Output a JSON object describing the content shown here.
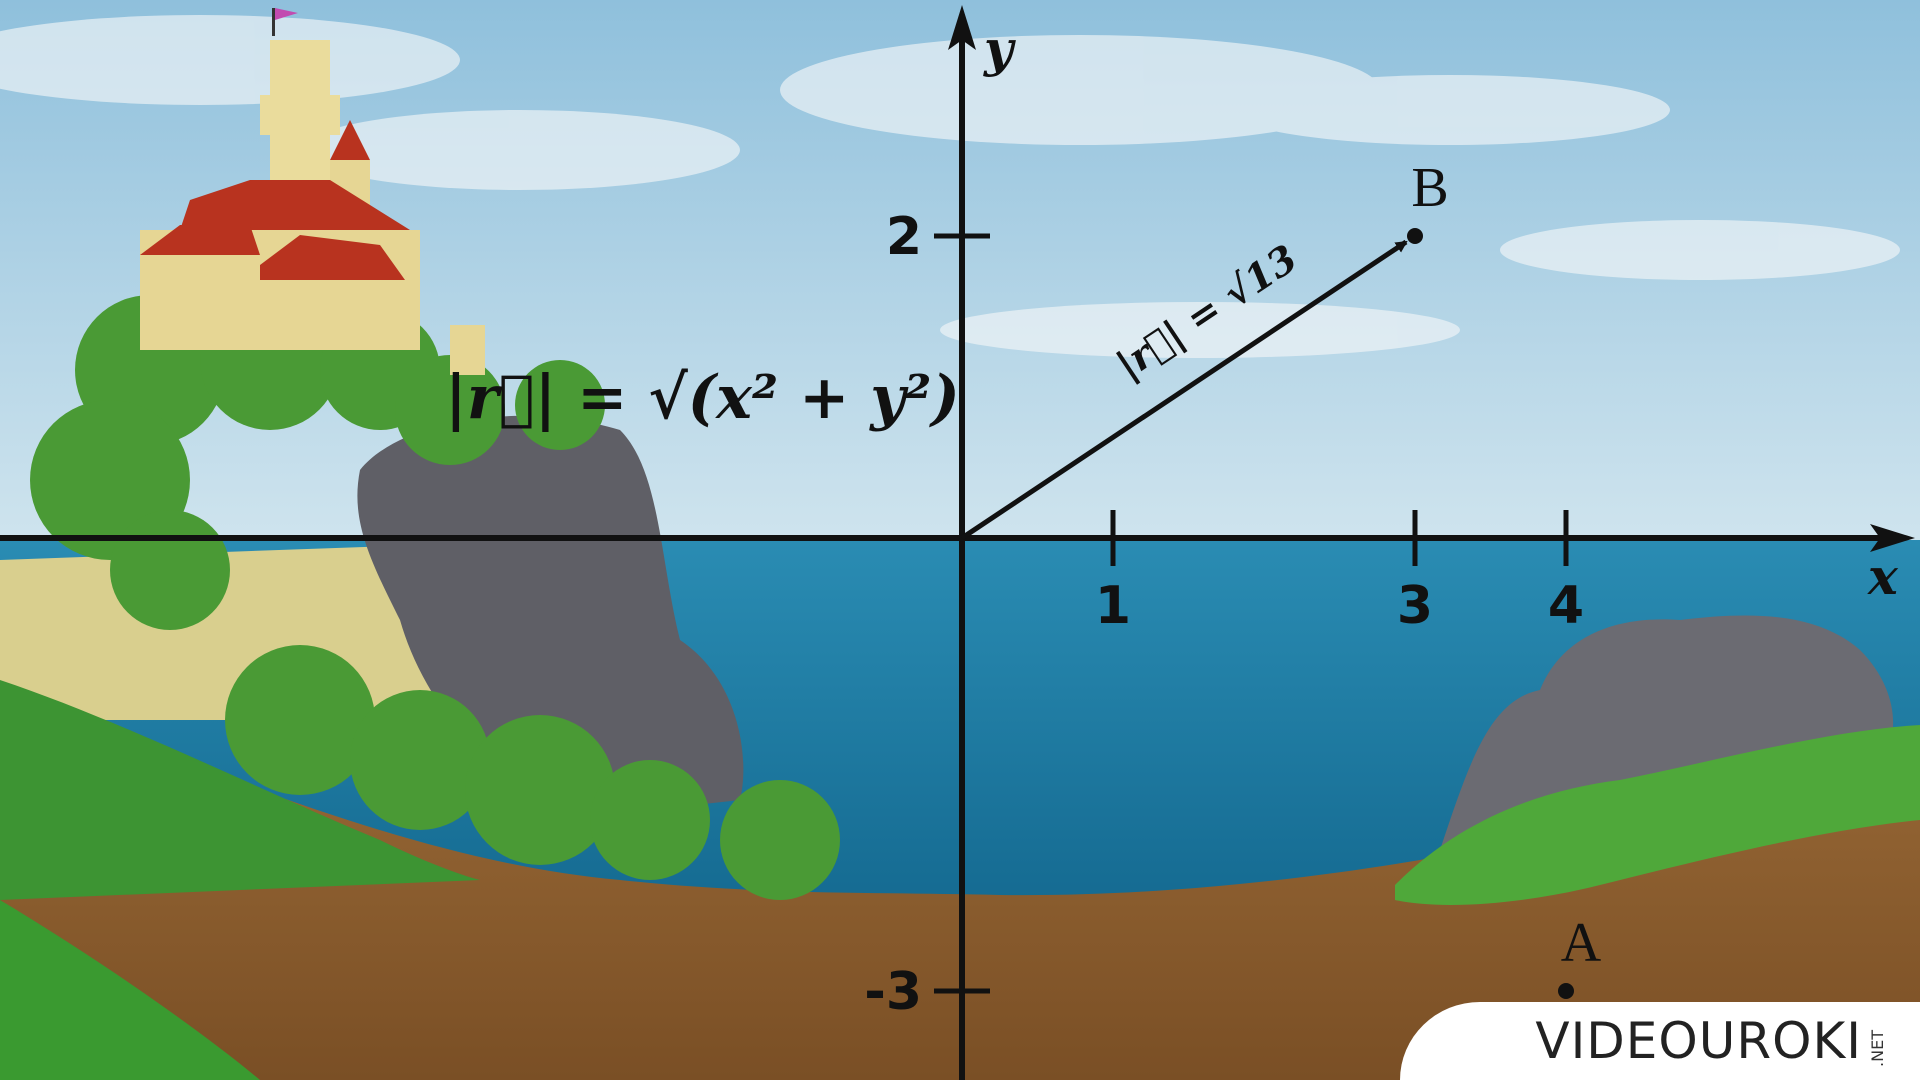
{
  "axes": {
    "x_label": "x",
    "y_label": "y"
  },
  "ticks": {
    "x": [
      {
        "value": 1,
        "label": "1"
      },
      {
        "value": 3,
        "label": "3"
      },
      {
        "value": 4,
        "label": "4"
      }
    ],
    "y": [
      {
        "value": 2,
        "label": "2"
      },
      {
        "value": -3,
        "label": "-3"
      }
    ]
  },
  "points": [
    {
      "name": "B",
      "x": 3,
      "y": 2
    },
    {
      "name": "A",
      "x": 4,
      "y": -3
    }
  ],
  "vector": {
    "from": [
      0,
      0
    ],
    "to": [
      3,
      2
    ],
    "annotation": "|r⃗| = √13"
  },
  "formula": {
    "text": "|r⃗| = √(x² + y²)"
  },
  "logo": {
    "text": "VIDEOUROKI",
    "suffix": ".NET"
  },
  "colors": {
    "sky": "#9cc7e0",
    "sea": "#1f7ea6",
    "ground": "#8a5a2b",
    "grass": "#4fa83a",
    "rock": "#5d5d63",
    "castle": "#e8d89a",
    "roof": "#b8331f",
    "axis": "#111111",
    "logo_accent": "#d0202e"
  }
}
